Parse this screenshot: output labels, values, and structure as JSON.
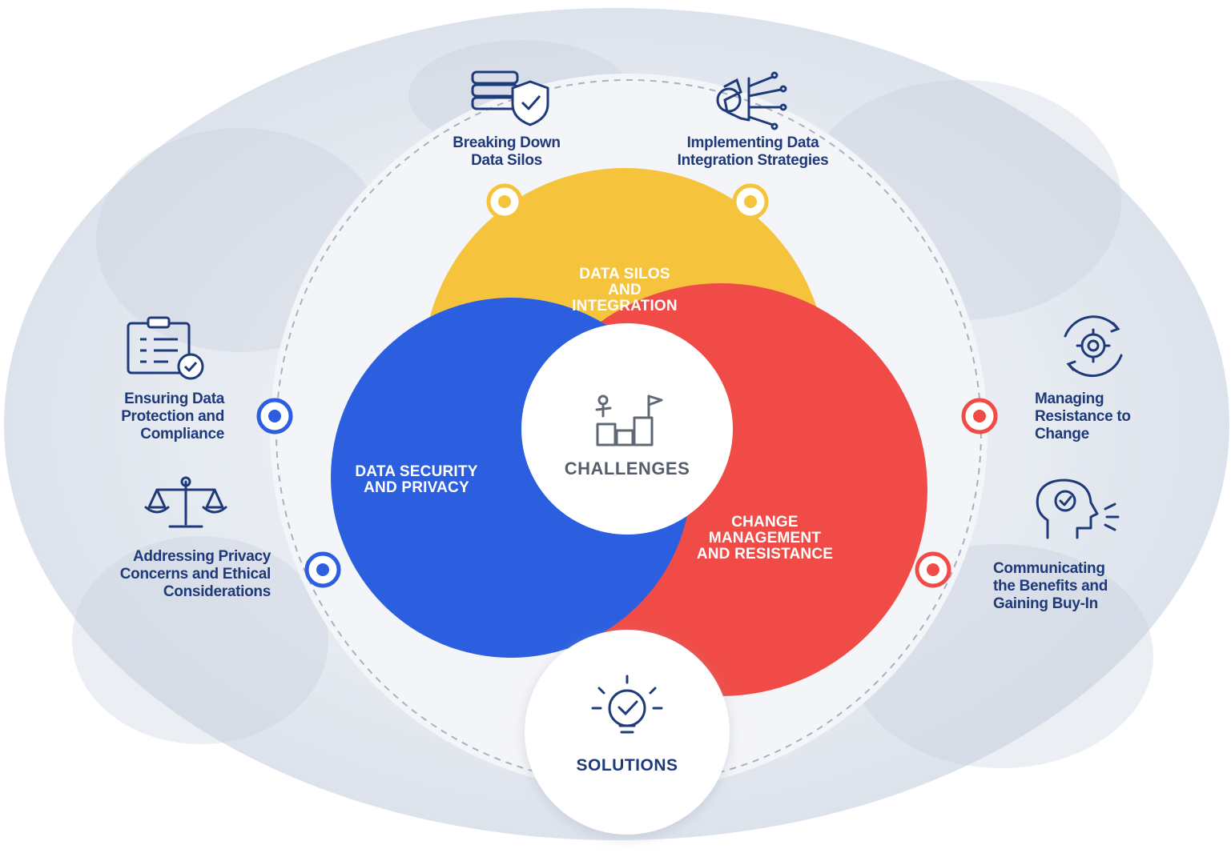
{
  "colors": {
    "yellow": "#f6c33c",
    "blue": "#2b5fe0",
    "red": "#f14b47",
    "navy": "#1f3a7a",
    "gray_text": "#555f6b",
    "backdrop": "#e4e9f2"
  },
  "lobes": {
    "yellow_label": [
      "DATA SILOS",
      "AND",
      "INTEGRATION"
    ],
    "blue_label": [
      "DATA SECURITY",
      "AND PRIVACY"
    ],
    "red_label": [
      "CHANGE",
      "MANAGEMENT",
      "AND RESISTANCE"
    ]
  },
  "center": {
    "title": "CHALLENGES",
    "icon": "growth-steps-flag-icon"
  },
  "solutions": {
    "title": "SOLUTIONS",
    "icon": "lightbulb-check-icon"
  },
  "items": {
    "top_left": {
      "lines": [
        "Breaking Down",
        "Data Silos"
      ],
      "icon": "database-shield-icon",
      "color": "yellow"
    },
    "top_right": {
      "lines": [
        "Implementing Data",
        "Integration Strategies"
      ],
      "icon": "circuit-gear-icon",
      "color": "yellow"
    },
    "mid_left": {
      "lines": [
        "Ensuring Data",
        "Protection and",
        "Compliance"
      ],
      "icon": "clipboard-check-icon",
      "color": "blue"
    },
    "low_left": {
      "lines": [
        "Addressing Privacy",
        "Concerns and Ethical",
        "Considerations"
      ],
      "icon": "scales-icon",
      "color": "blue"
    },
    "mid_right": {
      "lines": [
        "Managing",
        "Resistance to",
        "Change"
      ],
      "icon": "gear-cycle-icon",
      "color": "red"
    },
    "low_right": {
      "lines": [
        "Communicating",
        "the Benefits and",
        "Gaining Buy-In"
      ],
      "icon": "head-check-icon",
      "color": "red"
    }
  }
}
